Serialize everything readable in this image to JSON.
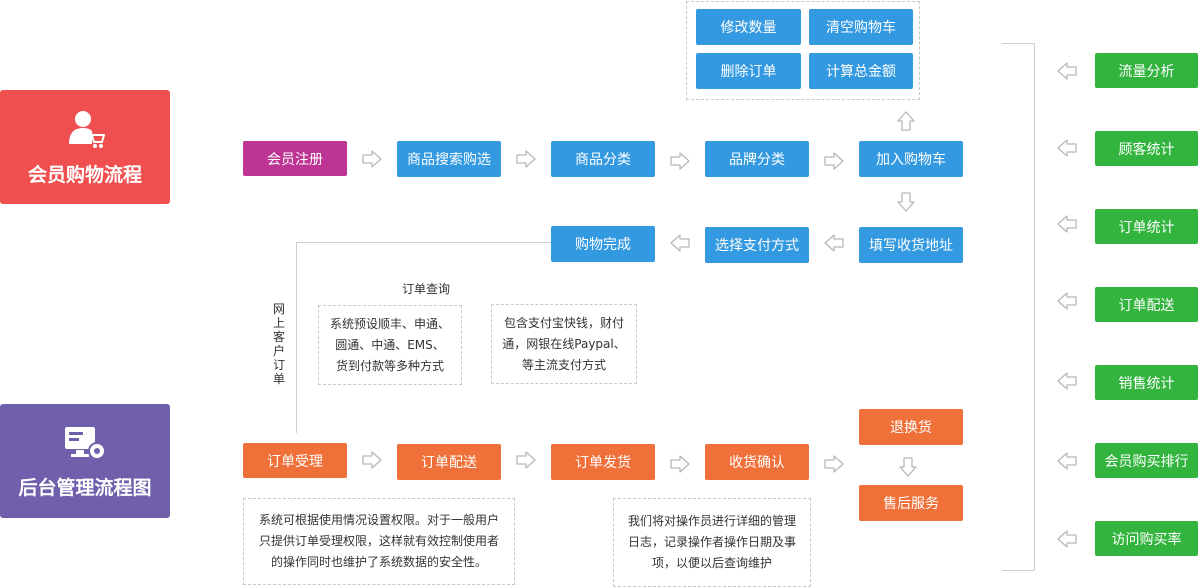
{
  "member_card": {
    "title": "会员购物流程",
    "icon": "shopper-icon",
    "color": "#ef4f4f"
  },
  "admin_card": {
    "title": "后台管理流程图",
    "icon": "monitor-gear-icon",
    "color": "#7060ac"
  },
  "cart_ops": [
    "修改数量",
    "清空购物车",
    "删除订单",
    "计算总金额"
  ],
  "shopping_flow": {
    "register": "会员注册",
    "search": "商品搜索购选",
    "category": "商品分类",
    "brand": "品牌分类",
    "add_cart": "加入购物车",
    "address": "填写收货地址",
    "payment": "选择支付方式",
    "complete": "购物完成"
  },
  "order_query": "订单查询",
  "vertical_label": "网上客户订单",
  "notes": {
    "shipping": "系统预设顺丰、申通、\n圆通、中通、EMS、\n货到付款等多种方式",
    "payment": "包含支付宝快钱，财付\n通，网银在线Paypal、\n等主流支付方式",
    "permission": "系统可根据使用情况设置权限。对于一般用户\n只提供订单受理权限，这样就有效控制使用者\n的操作同时也维护了系统数据的安全性。",
    "log": "我们将对操作员进行详细的管理\n日志，记录操作者操作日期及事\n项，以便以后查询维护"
  },
  "admin_flow": {
    "accept": "订单受理",
    "dispatch": "订单配送",
    "ship": "订单发货",
    "confirm": "收货确认",
    "return": "退换货",
    "after_sales": "售后服务"
  },
  "stats": [
    "流量分析",
    "顾客统计",
    "订单统计",
    "订单配送",
    "销售统计",
    "会员购买排行",
    "访问购买率"
  ],
  "colors": {
    "blue": "#3399e0",
    "orange": "#f0703a",
    "magenta": "#be3495",
    "green": "#33b43e"
  }
}
